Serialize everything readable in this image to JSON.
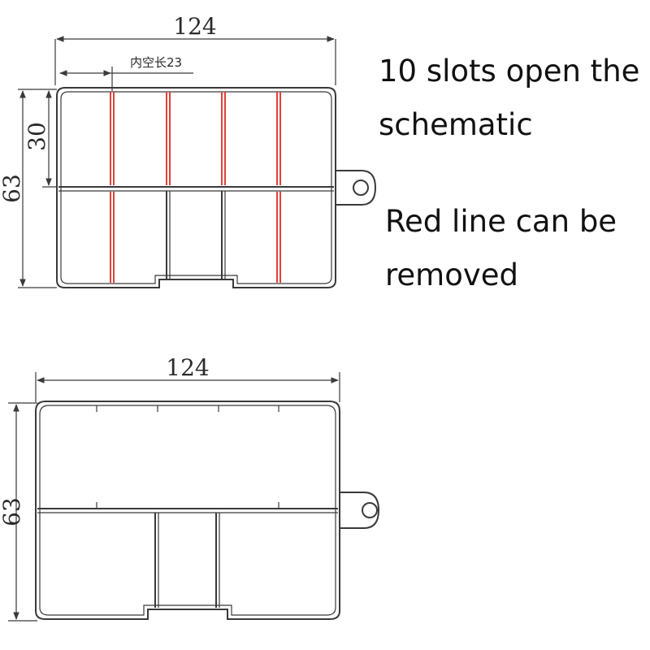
{
  "colors": {
    "line": "#3a3a3a",
    "removable_divider": "#e0423a",
    "background": "#ffffff"
  },
  "top_diagram": {
    "width_label": "124",
    "inner_length_label": "内空长23",
    "height_label": "63",
    "slot_height_label": "30"
  },
  "bottom_diagram": {
    "width_label": "124",
    "height_label": "63"
  },
  "notes": {
    "slots_line1": "10 slots open the",
    "slots_line2": "schematic",
    "red_line1": "Red line can be",
    "red_line2": "removed"
  }
}
